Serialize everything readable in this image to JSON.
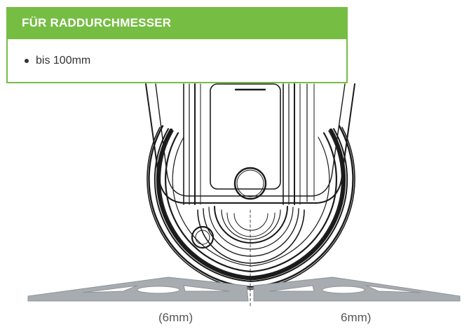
{
  "info_box": {
    "heading": "FÜR RADDURCHMESSER",
    "items": [
      "bis 100mm"
    ]
  },
  "captions": {
    "left": "(6mm)",
    "right": "6mm)"
  },
  "colors": {
    "accent": "#76bd43",
    "ramp_fill": "#a7acb1",
    "line": "#1a1a1a"
  },
  "icons": [
    "caster-wheel-illustration",
    "ramp-illustration",
    "bullet"
  ]
}
